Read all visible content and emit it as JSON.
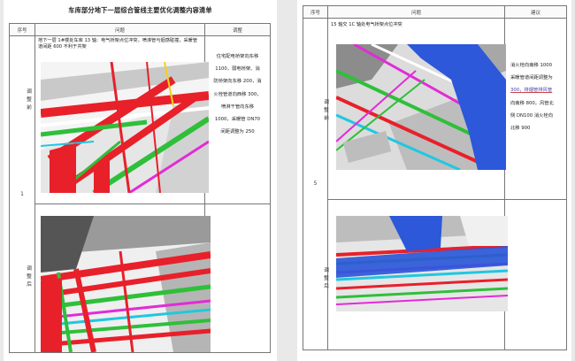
{
  "left_page": {
    "title": "车库部分地下一层综合管线主要优化调整内容清单",
    "headers": {
      "no": "序号",
      "issue": "问题",
      "adjust": "调整"
    },
    "row": {
      "no": "1",
      "before_label": [
        "调",
        "整",
        "前"
      ],
      "after_label": [
        "调",
        "整",
        "后"
      ],
      "issue_text": "地下一层 1#楼处车库 13 轴：电气桥架点位冲突，喷淋管与烟感碰撞，采暖管道间距 600 不利于共架",
      "adjust_lines": [
        "住宅配电桥架向东移",
        "1100，弱电桥架、消",
        "防桥架向东移 200，消",
        "火栓管道向西移 300，",
        "喷淋干管向东移",
        "1000，采暖管 DN70",
        "间距调整为 250"
      ]
    }
  },
  "right_page": {
    "headers": {
      "no": "序号",
      "issue": "问题",
      "advice": "建议"
    },
    "row": {
      "no": "5",
      "before_label": [
        "调",
        "整",
        "前"
      ],
      "after_label": [
        "调",
        "整",
        "后"
      ],
      "issue_text": "15 轴交 1C 轴处电气桥架点位冲突",
      "advice_lines": [
        "消火栓向南移 1000",
        "采暖管道间距调整为",
        "300，排烟管排风管",
        "向南移 800，风管北",
        "侧 DN100 消火栓向",
        "北移 900"
      ]
    }
  },
  "colors": {
    "red_pipe": "#e8202a",
    "green_pipe": "#2fbf3a",
    "blue_duct": "#2c58d9",
    "magenta_pipe": "#e22bd8",
    "cyan_pipe": "#1fc8e0",
    "grey_slab": "#8c8c8c",
    "highlight": "#4a3fa8"
  }
}
